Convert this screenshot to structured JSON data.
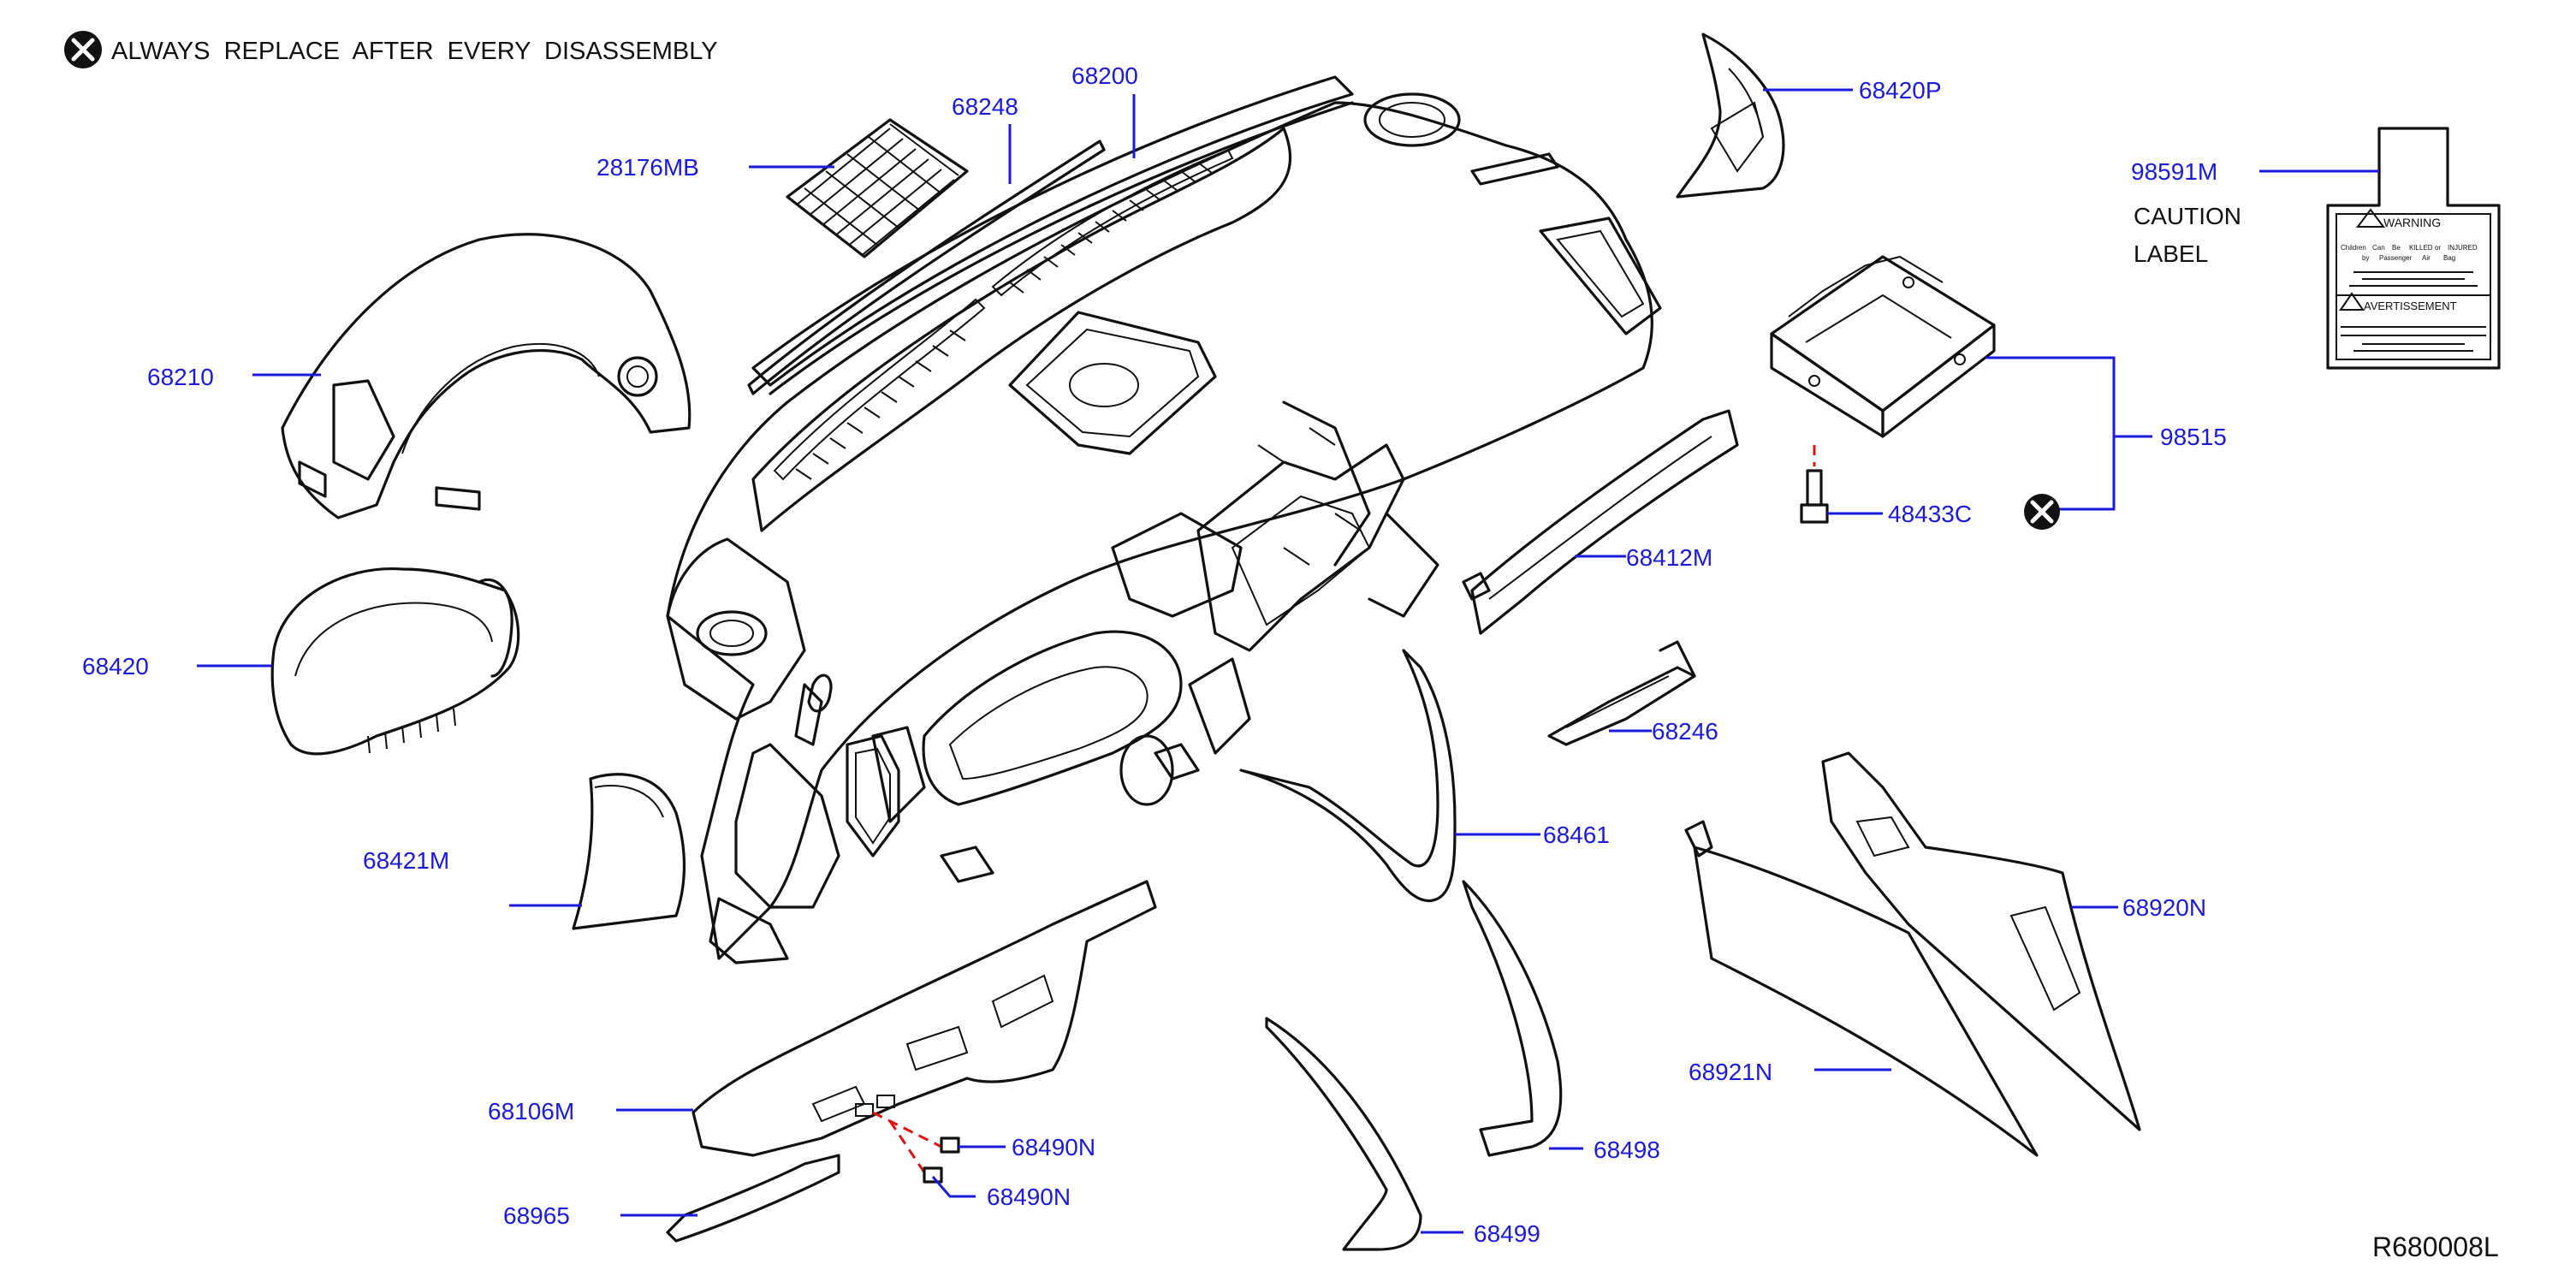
{
  "header": {
    "note": "ALWAYS  REPLACE  AFTER  EVERY  DISASSEMBLY"
  },
  "footer": {
    "diagram_code": "R680008L"
  },
  "caution_label": {
    "line1": "CAUTION",
    "line2": "LABEL",
    "warning_title": "WARNING",
    "avertissement_title": "AVERTISSEMENT",
    "warning_words_row1": [
      "Children",
      "Can",
      "Be",
      "KILLED",
      "or",
      "INJURED"
    ],
    "warning_words_row2": [
      "by",
      "Passenger",
      "Air",
      "Bag"
    ]
  },
  "parts": [
    {
      "id": "28176MB"
    },
    {
      "id": "68248"
    },
    {
      "id": "68200"
    },
    {
      "id": "68420P"
    },
    {
      "id": "98591M"
    },
    {
      "id": "68210"
    },
    {
      "id": "98515"
    },
    {
      "id": "48433C"
    },
    {
      "id": "68412M"
    },
    {
      "id": "68420"
    },
    {
      "id": "68246"
    },
    {
      "id": "68461"
    },
    {
      "id": "68421M"
    },
    {
      "id": "68920N"
    },
    {
      "id": "68921N"
    },
    {
      "id": "68106M"
    },
    {
      "id": "68490N"
    },
    {
      "id": "68490N"
    },
    {
      "id": "68498"
    },
    {
      "id": "68965"
    },
    {
      "id": "68499"
    }
  ],
  "colors": {
    "callout": "#1a1adb",
    "line_art": "#111111",
    "fastener_dash": "#e01010"
  },
  "icons": {
    "replace_marker": "circled-x-icon"
  }
}
